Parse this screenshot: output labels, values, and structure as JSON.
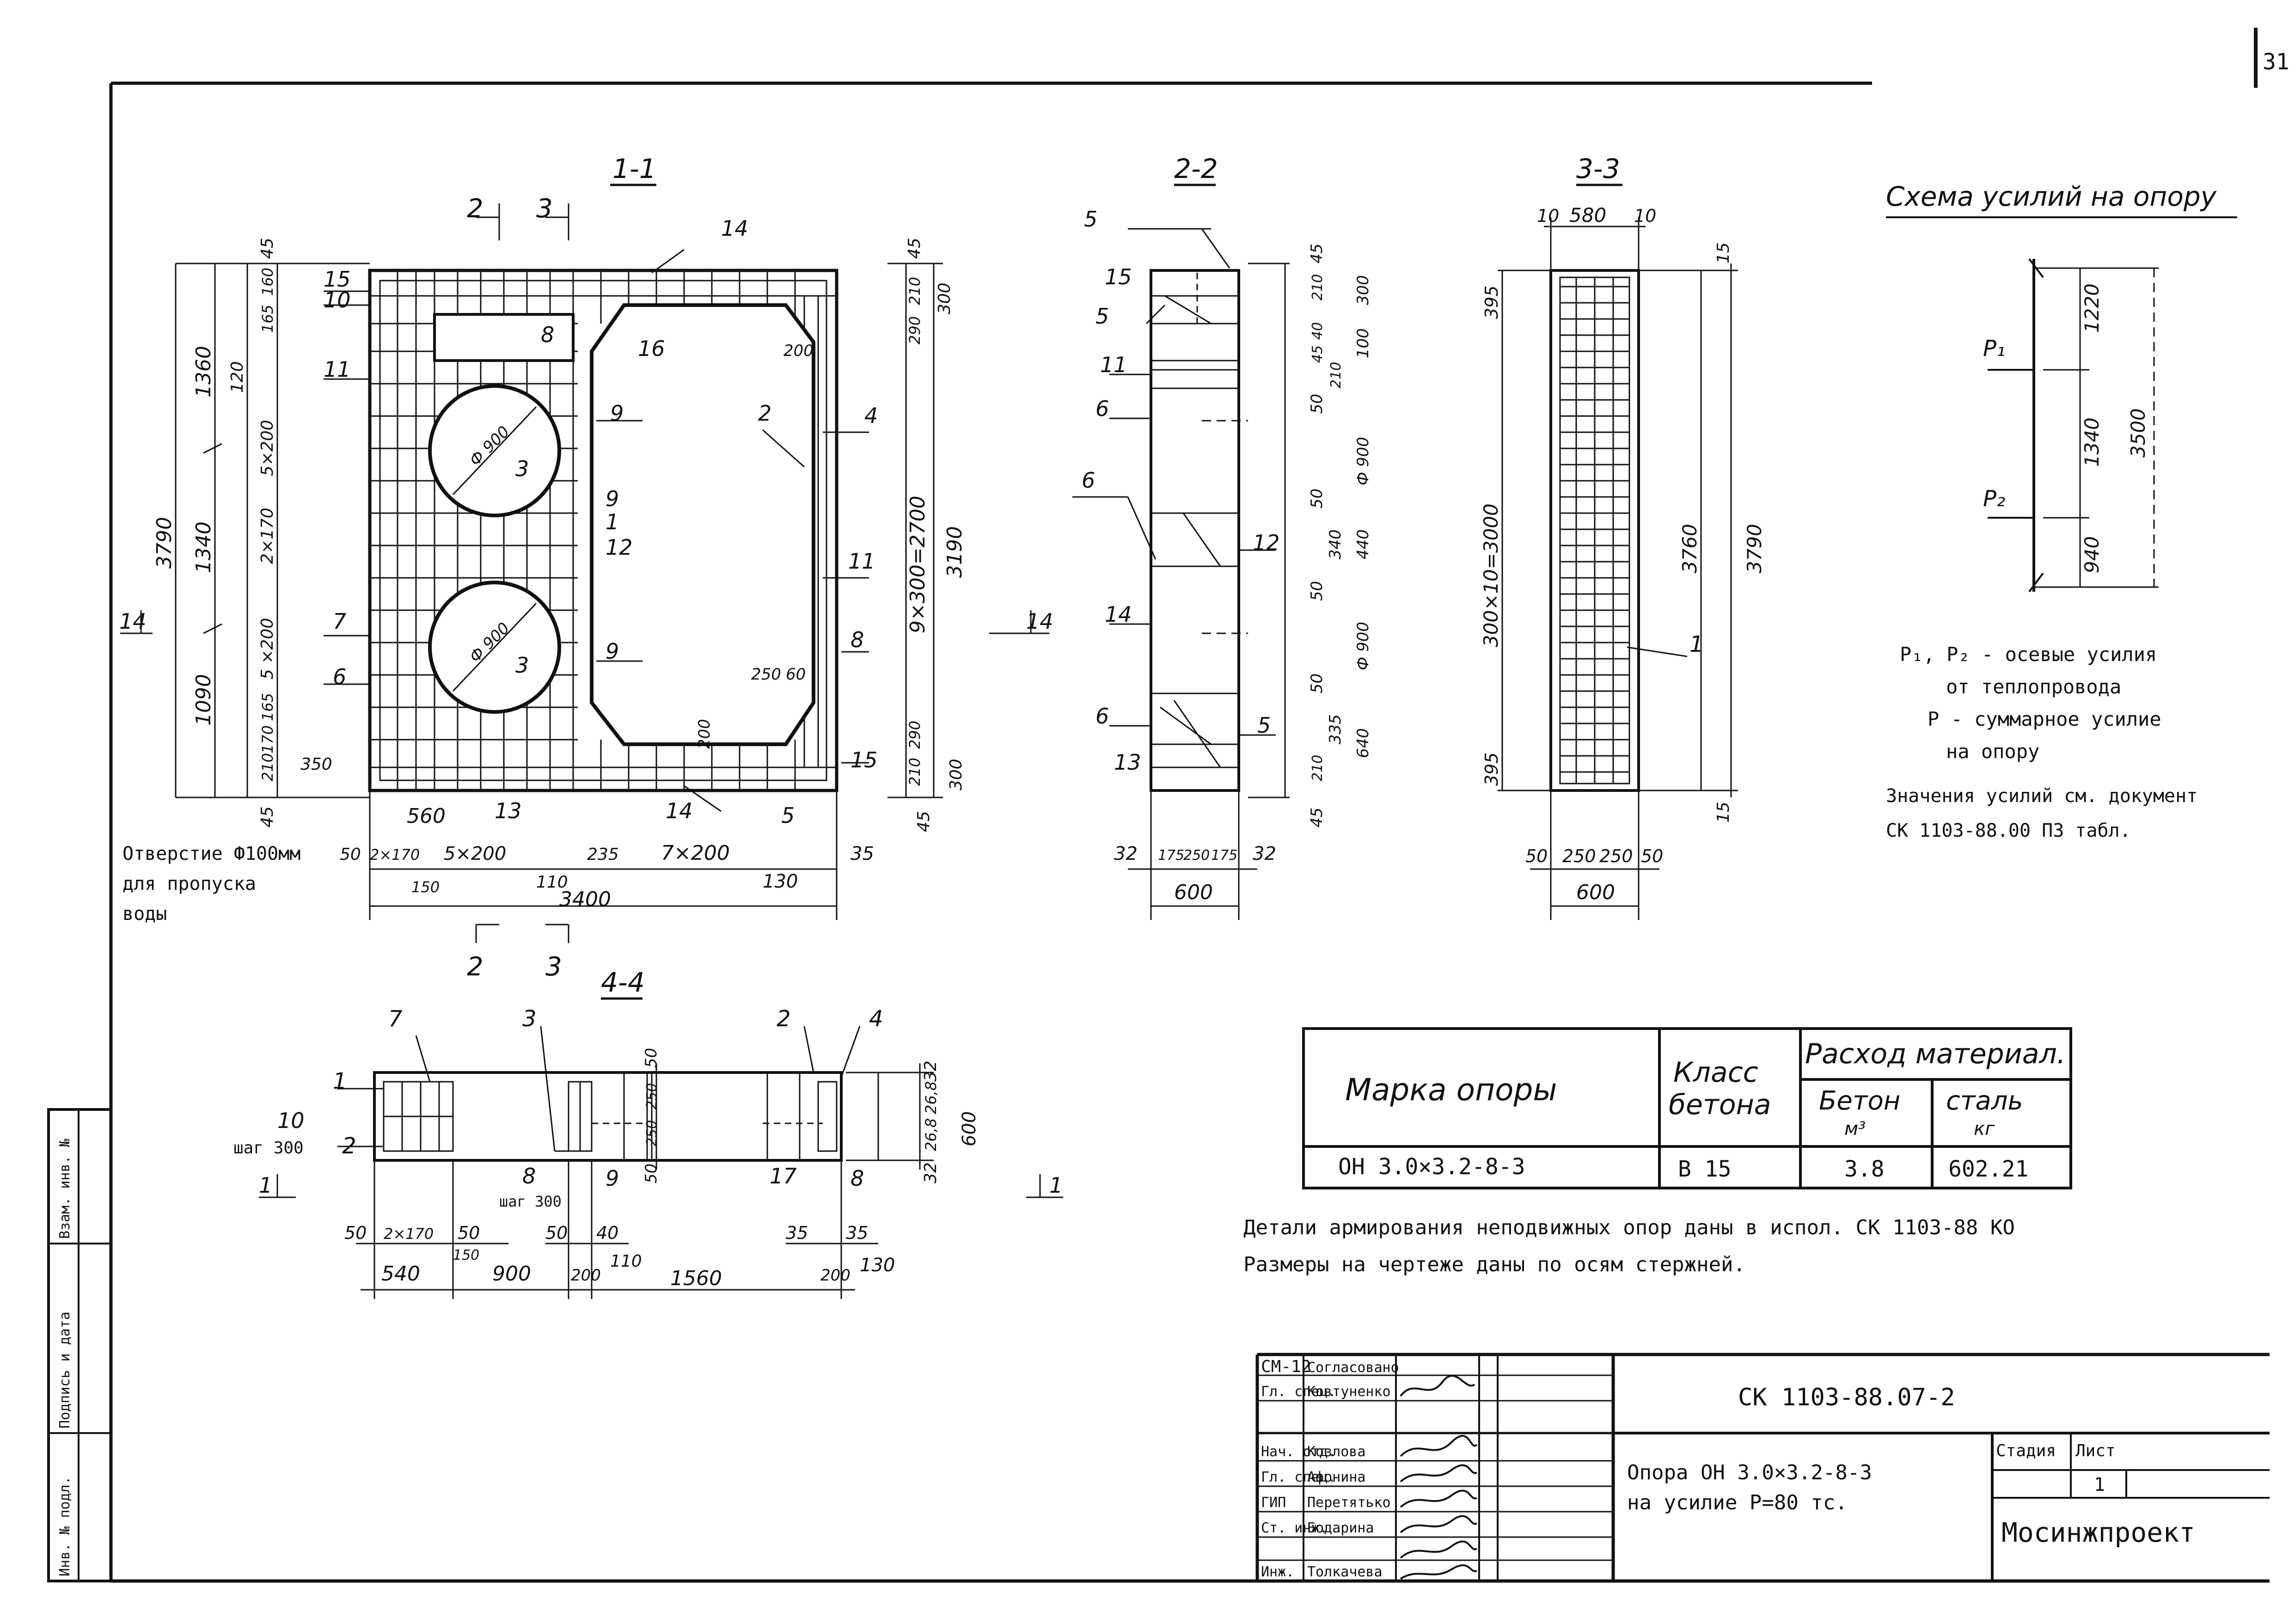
{
  "sheet_number": "31",
  "sections": {
    "s11": {
      "title": "1-1",
      "cut_top_a": "2",
      "cut_top_b": "3",
      "cut_bot_a": "2",
      "cut_bot_b": "3",
      "left_dims": [
        "3790",
        "1360",
        "1340",
        "1090"
      ],
      "left_inner_dims": [
        "165",
        "160",
        "120",
        "5×200",
        "2×170",
        "5 ×200",
        "165",
        "170",
        "210",
        "350"
      ],
      "top_right_dims": [
        "45",
        "300",
        "290",
        "210"
      ],
      "right_dims": [
        "9×300=2700",
        "3190",
        "300",
        "45"
      ],
      "right_small": [
        "210",
        "290"
      ],
      "bottom_dims": [
        "560",
        "2×170",
        "5×200",
        "235",
        "7×200",
        "35"
      ],
      "bottom_dims2": [
        "150",
        "110",
        "3400",
        "130"
      ],
      "small_labels": [
        "45",
        "45",
        "50"
      ],
      "hole_note": [
        "Отверстие Ф100мм",
        "для пропуска",
        "воды"
      ],
      "hole_d1": "Ф 900",
      "hole_d2": "Ф 900",
      "inner_dims": [
        "250",
        "60",
        "200",
        "200"
      ],
      "positions": [
        "14",
        "15",
        "10",
        "11",
        "8",
        "16",
        "9",
        "9",
        "1",
        "12",
        "9",
        "2",
        "4",
        "11",
        "7",
        "6",
        "8",
        "15",
        "13",
        "14",
        "5",
        "3",
        "3"
      ],
      "marker": "14"
    },
    "s22": {
      "title": "2-2",
      "right_dims": [
        "45",
        "300",
        "210",
        "100",
        "40",
        "45",
        "210",
        "50",
        "Ф 900",
        "50",
        "340",
        "440",
        "50",
        "Ф 900",
        "50",
        "335",
        "640",
        "210",
        "45"
      ],
      "bottom_dims": [
        "32",
        "175",
        "250",
        "175",
        "32"
      ],
      "width": "600",
      "positions": [
        "5",
        "15",
        "5",
        "11",
        "6",
        "6",
        "12",
        "14",
        "6",
        "5",
        "13"
      ]
    },
    "s33": {
      "title": "3-3",
      "top_dims": [
        "10",
        "580",
        "10"
      ],
      "left_dims": [
        "395",
        "300×10=3000",
        "395"
      ],
      "right_dims": [
        "3760",
        "3790",
        "15",
        "15"
      ],
      "bottom_dims": [
        "50",
        "250",
        "250",
        "50"
      ],
      "width": "600",
      "position": "1"
    },
    "s44": {
      "title": "4-4",
      "positions": [
        "7",
        "3",
        "2",
        "4",
        "1",
        "2",
        "8",
        "9",
        "17",
        "8"
      ],
      "left_label": "10",
      "step_label": "шаг 300",
      "step_label2": "шаг 300",
      "right_dims": [
        "32",
        "26,8",
        "26,8",
        "32",
        "600"
      ],
      "mid_dims": [
        "50",
        "250",
        "250",
        "50"
      ],
      "bottom_row1": [
        "50",
        "2×170",
        "50",
        "50",
        "40",
        "35",
        "35"
      ],
      "bottom_row2": [
        "150",
        "110",
        "130"
      ],
      "bottom_row3": [
        "540",
        "900",
        "200",
        "1560",
        "200"
      ],
      "cut_marks": [
        "1",
        "1"
      ]
    }
  },
  "scheme": {
    "title": "Схема усилий на опору",
    "p1": "P₁",
    "p2": "P₂",
    "dims": [
      "1220",
      "1340",
      "940",
      "3500"
    ],
    "legend": [
      "P₁, P₂ - осевые усилия",
      "от теплопровода",
      "P - суммарное усилие",
      "на опору"
    ],
    "ref": [
      "Значения усилий см. документ",
      "СК 1103-88.00 ПЗ табл."
    ]
  },
  "table": {
    "col1": "Марка опоры",
    "col2": "Класс бетона",
    "col3": "Расход материал.",
    "col3a": "Бетон",
    "col3a_unit": "м³",
    "col3b": "сталь",
    "col3b_unit": "кг",
    "row": {
      "mark": "ОН 3.0×3.2-8-3",
      "class": "В 15",
      "concrete": "3.8",
      "steel": "602.21"
    }
  },
  "notes": [
    "Детали армирования неподвижных опор даны в испол. СК 1103-88 КО",
    "Размеры на чертеже даны по осям стержней."
  ],
  "side_stamp": [
    "Инв. № подл.",
    "Подпись и дата",
    "Взам. инв. №"
  ],
  "title_block": {
    "rows": [
      [
        "СМ-12",
        "Согласовано"
      ],
      [
        "Гл. спец.",
        "Ковтуненко"
      ],
      [
        "",
        ""
      ],
      [
        "Нач. отд.",
        "Козлова"
      ],
      [
        "Гл. спец.",
        "Афонина"
      ],
      [
        "ГИП",
        "Перетятько"
      ],
      [
        "Ст. инж.",
        "Бодарина"
      ],
      [
        "Инж.",
        "Толкачева"
      ]
    ],
    "doc_code": "СК 1103-88.07-2",
    "desc_line1": "Опора   ОН 3.0×3.2-8-3",
    "desc_line2": "на усилие  P=80 тс.",
    "stage_label": "Стадия",
    "sheet_label": "Лист",
    "sheet_value": "1",
    "org": "Мосинжпроект"
  }
}
